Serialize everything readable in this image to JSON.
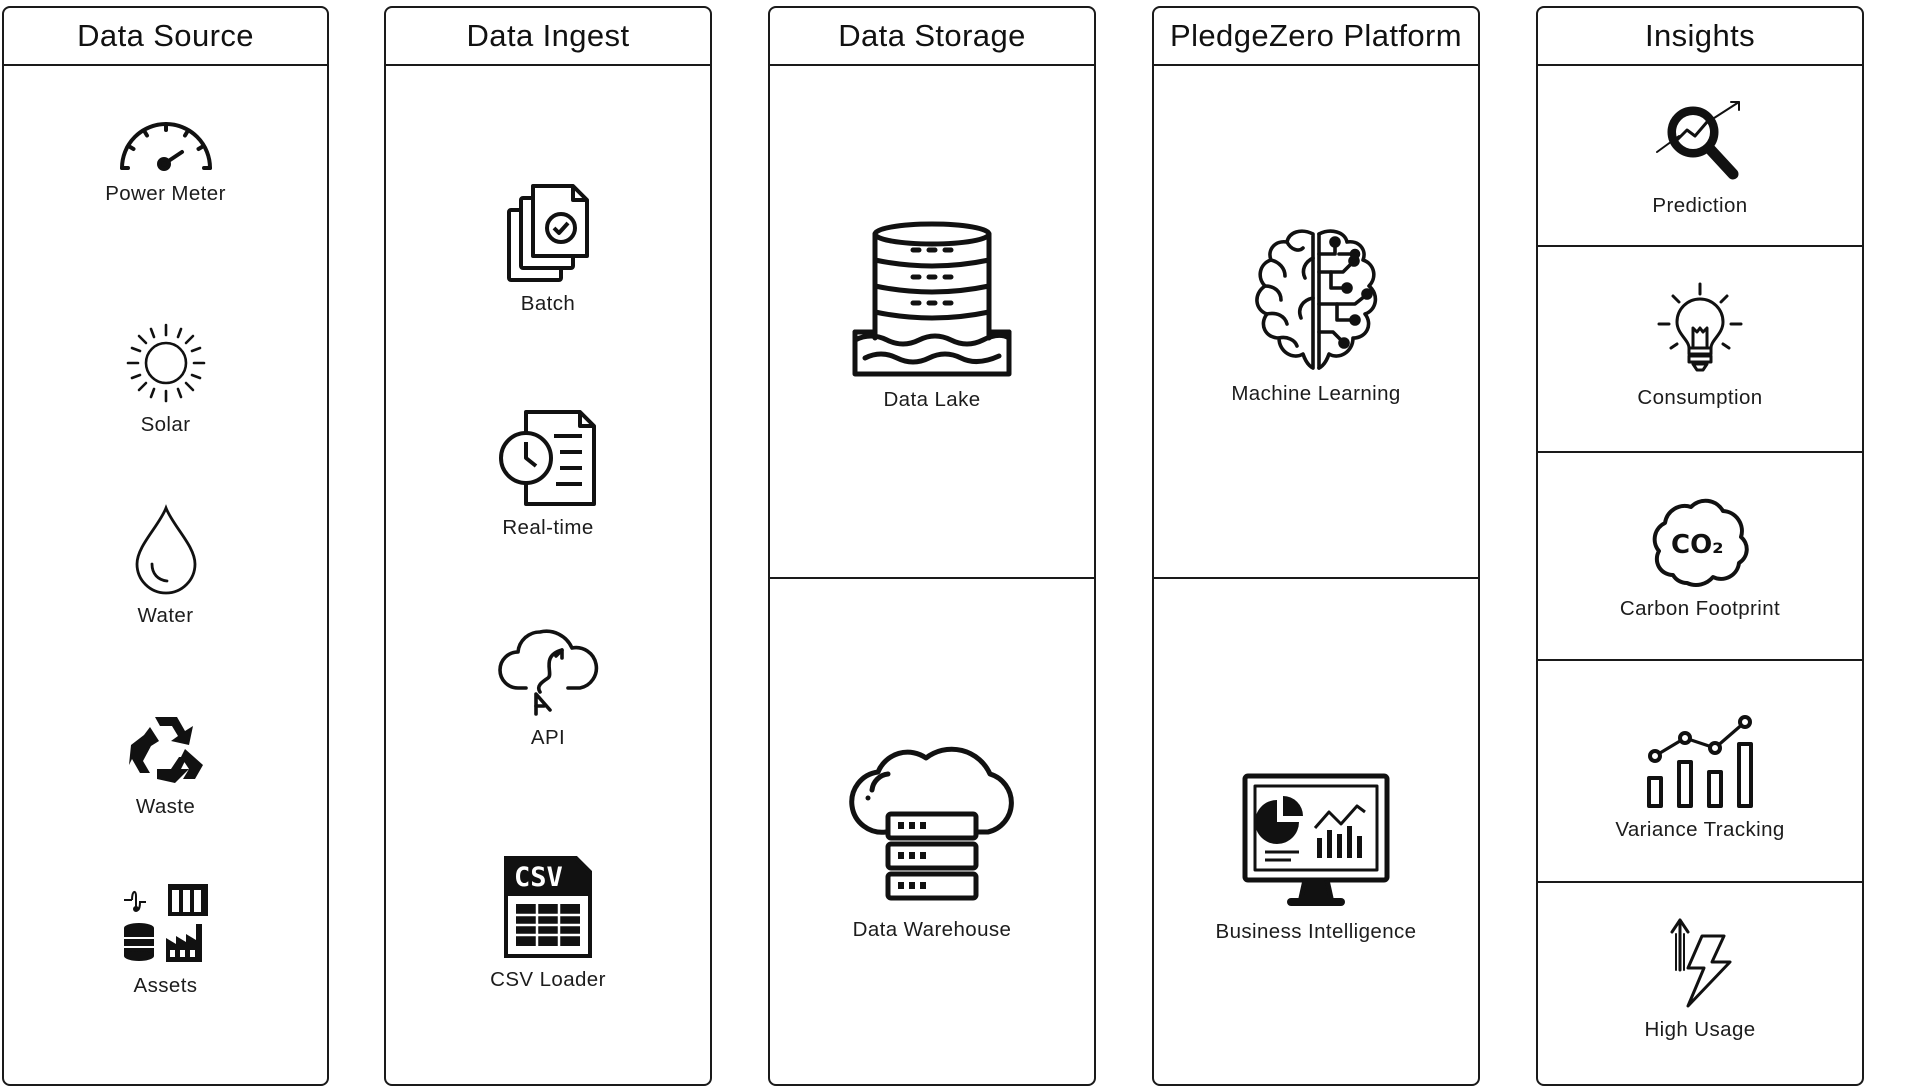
{
  "columns": {
    "source": {
      "title": "Data Source",
      "items": [
        "Power Meter",
        "Solar",
        "Water",
        "Waste",
        "Assets"
      ],
      "icons": [
        "speedometer-icon",
        "sun-icon",
        "water-drop-icon",
        "recycle-icon",
        "assets-icon"
      ]
    },
    "ingest": {
      "title": "Data Ingest",
      "items": [
        "Batch",
        "Real-time",
        "API",
        "CSV Loader"
      ],
      "icons": [
        "stacked-documents-check-icon",
        "clock-document-icon",
        "cloud-sync-icon",
        "csv-file-icon"
      ]
    },
    "storage": {
      "title": "Data Storage",
      "items": [
        "Data Lake",
        "Data Warehouse"
      ],
      "icons": [
        "database-lake-icon",
        "cloud-server-icon"
      ]
    },
    "platform": {
      "title": "PledgeZero Platform",
      "items": [
        "Machine Learning",
        "Business Intelligence"
      ],
      "icons": [
        "brain-circuit-icon",
        "monitor-dashboard-icon"
      ]
    },
    "insights": {
      "title": "Insights",
      "items": [
        "Prediction",
        "Consumption",
        "Carbon Footprint",
        "Variance Tracking",
        "High Usage"
      ],
      "icons": [
        "magnifier-trend-icon",
        "lightbulb-icon",
        "co2-cloud-icon",
        "bar-trend-icon",
        "high-usage-bolt-icon"
      ],
      "co2_text": "CO₂",
      "csv_text": "CSV"
    }
  },
  "colors": {
    "line": "#1a1a1a",
    "icon": "#111111",
    "background": "#ffffff"
  }
}
